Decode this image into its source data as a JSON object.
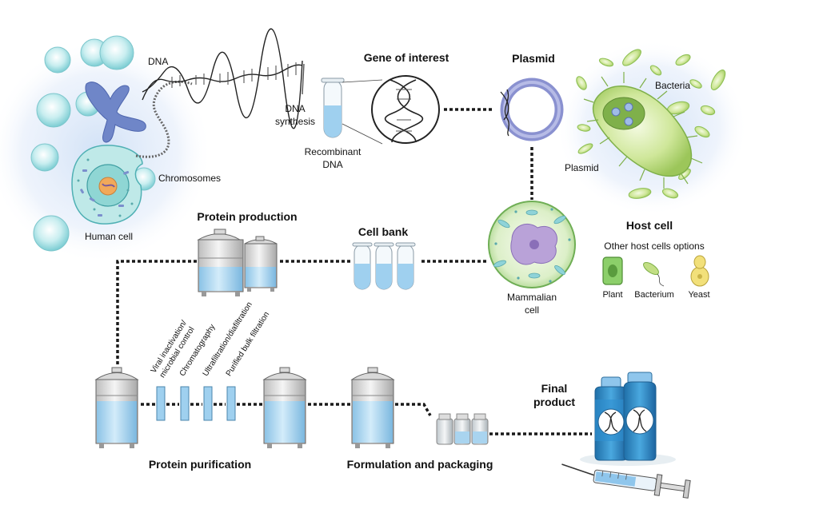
{
  "labels": {
    "dna": "DNA",
    "chromosomes": "Chromosomes",
    "human_cell": "Human cell",
    "gene_of_interest": "Gene of interest",
    "dna_synthesis_1": "DNA",
    "dna_synthesis_2": "synthesis",
    "recombinant_1": "Recombinant",
    "recombinant_2": "DNA",
    "plasmid_title": "Plasmid",
    "bacteria": "Bacteria",
    "plasmid_small": "Plasmid",
    "host_cell": "Host cell",
    "other_host_options": "Other host cells options",
    "plant": "Plant",
    "bacterium": "Bacterium",
    "yeast": "Yeast",
    "protein_production": "Protein production",
    "cell_bank": "Cell bank",
    "mammalian_1": "Mammalian",
    "mammalian_2": "cell",
    "viral_1": "Viral inactivation/",
    "viral_2": "microbial control",
    "chromatography": "Chromatography",
    "ultrafiltration": "Ultrafiltration/diafiltration",
    "purified_bulk": "Purified bulk filtration",
    "protein_purification": "Protein purification",
    "formulation": "Formulation and packaging",
    "final_1": "Final",
    "final_2": "product"
  },
  "colors": {
    "cell_cyan": "#aee3e6",
    "cell_blue_glow": "#d4e3f7",
    "chromosome": "#6f86c8",
    "plasmid": "#8a91d0",
    "bacteria_green": "#c2de84",
    "bacteria_dark": "#7fb04a",
    "tank_liquid": "#a9d4ef",
    "tank_gray": "#d9d9d9",
    "mammal_purple": "#b9a2d8",
    "vial_blue": "#2e8bc9",
    "connector": "#1a1a1a"
  }
}
